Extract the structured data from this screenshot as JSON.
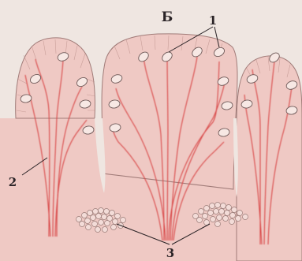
{
  "figure": {
    "panel_letter": "Б",
    "labels": [
      "1",
      "2",
      "3"
    ]
  },
  "colors": {
    "background": "#efe6e1",
    "tissue": "#efc9c4",
    "tissue_edge": "#a07b78",
    "vessel": "#d94848",
    "ink": "#2a2326"
  }
}
